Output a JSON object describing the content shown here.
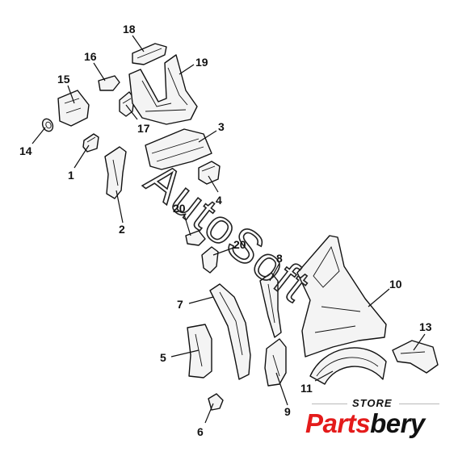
{
  "callouts": {
    "c1": "1",
    "c2": "2",
    "c3": "3",
    "c4": "4",
    "c5": "5",
    "c6": "6",
    "c7": "7",
    "c8": "8",
    "c9": "9",
    "c10": "10",
    "c11": "11",
    "c13": "13",
    "c14": "14",
    "c15": "15",
    "c16": "16",
    "c17": "17",
    "c18": "18",
    "c19": "19",
    "c20a": "20",
    "c20b": "20"
  },
  "watermark": "AutoSoft",
  "logo": {
    "store": "STORE",
    "brand_red": "Parts",
    "brand_dark": "bery"
  }
}
